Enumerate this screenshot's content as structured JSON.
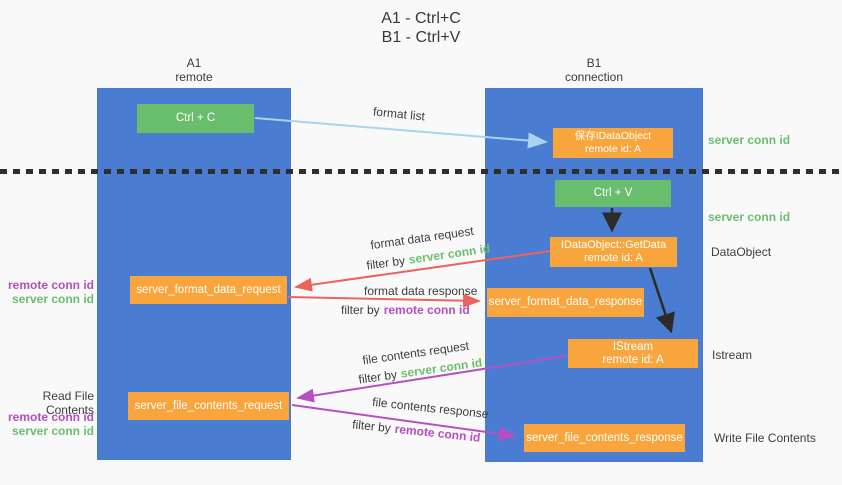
{
  "title": {
    "line1": "A1 - Ctrl+C",
    "line2": "B1 - Ctrl+V"
  },
  "lifelines": {
    "a1": {
      "name": "A1",
      "subtitle": "remote"
    },
    "b1": {
      "name": "B1",
      "subtitle": "connection"
    }
  },
  "nodes": {
    "ctrl_c": {
      "label": "Ctrl + C"
    },
    "ctrl_v": {
      "label": "Ctrl + V"
    },
    "save_dataobject": {
      "line1": "保存IDataObject",
      "line2": "remote id: A"
    },
    "getdata": {
      "line1": "IDataObject::GetData",
      "line2": "remote id: A"
    },
    "istream": {
      "line1": "IStream",
      "line2": "remote id: A"
    },
    "server_format_data_request": {
      "label": "server_format_data_request"
    },
    "server_format_data_response": {
      "label": "server_format_data_response"
    },
    "server_file_contents_request": {
      "label": "server_file_contents_request"
    },
    "server_file_contents_response": {
      "label": "server_file_contents_response"
    }
  },
  "messages": {
    "format_list": {
      "label": "format list"
    },
    "format_data_request": {
      "label": "format data request",
      "filter_prefix": "filter by",
      "filter_key": "server conn id"
    },
    "format_data_response": {
      "label": "format data response",
      "filter_prefix": "filter by",
      "filter_key": "remote conn id"
    },
    "file_contents_request": {
      "label": "file contents request",
      "filter_prefix": "filter by",
      "filter_key": "server conn id"
    },
    "file_contents_response": {
      "label": "file contents response",
      "filter_prefix": "filter by",
      "filter_key": "remote conn id"
    }
  },
  "annotations": {
    "server_conn_id_top_right": "server conn id",
    "server_conn_id_right": "server conn id",
    "dataobject": "DataObject",
    "istream": "Istream",
    "write_file_contents": "Write File Contents",
    "read_file_contents": "Read File Contents",
    "remote_conn_id_left_upper": "remote conn id",
    "server_conn_id_left_upper": "server conn id",
    "remote_conn_id_left_lower": "remote conn id",
    "server_conn_id_left_lower": "server conn id"
  },
  "colors": {
    "lifeline_blue": "#4a7dd2",
    "node_green": "#69be6d",
    "node_orange": "#f8a53d",
    "arrow_lightblue": "#a9d3ee",
    "arrow_red": "#ee625e",
    "arrow_purple": "#b650c2",
    "arrow_black": "#2b2b2b",
    "text_green": "#6abf6e",
    "text_purple": "#b44fc0",
    "text_dark": "#3d3d3d",
    "background": "#f9f9f9"
  }
}
